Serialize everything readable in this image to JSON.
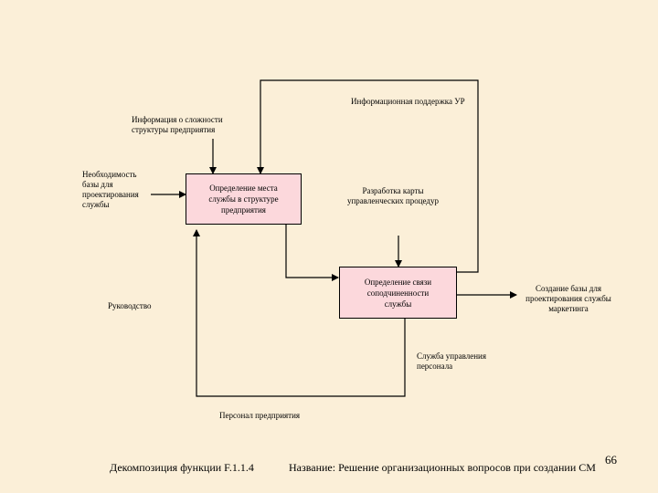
{
  "boxes": {
    "box1": "Определение места\nслужбы в структуре\nпредприятия",
    "box2": "Определение связи\nсоподчиненности\nслужбы"
  },
  "labels": {
    "info_support": "Информационная поддержка УР",
    "info_structure": "Информация о сложности\nструктуры предприятия",
    "need_base": "Необходимость\nбазы для\nпроектирования\nслужбы",
    "dev_map": "Разработка карты\nуправленческих процедур",
    "management": "Руководство",
    "output": "Создание базы для\nпроектирования службы\nмаркетинга",
    "hr_service": "Служба управления\nперсонала",
    "staff": "Персонал предприятия"
  },
  "footer": {
    "decomposition": "Декомпозиция функции F.1.1.4",
    "title": "Название: Решение организационных вопросов при создании СМ",
    "page": "66"
  },
  "colors": {
    "background": "#fbefd8",
    "box_fill": "#fcd8dc",
    "line": "#000000"
  }
}
